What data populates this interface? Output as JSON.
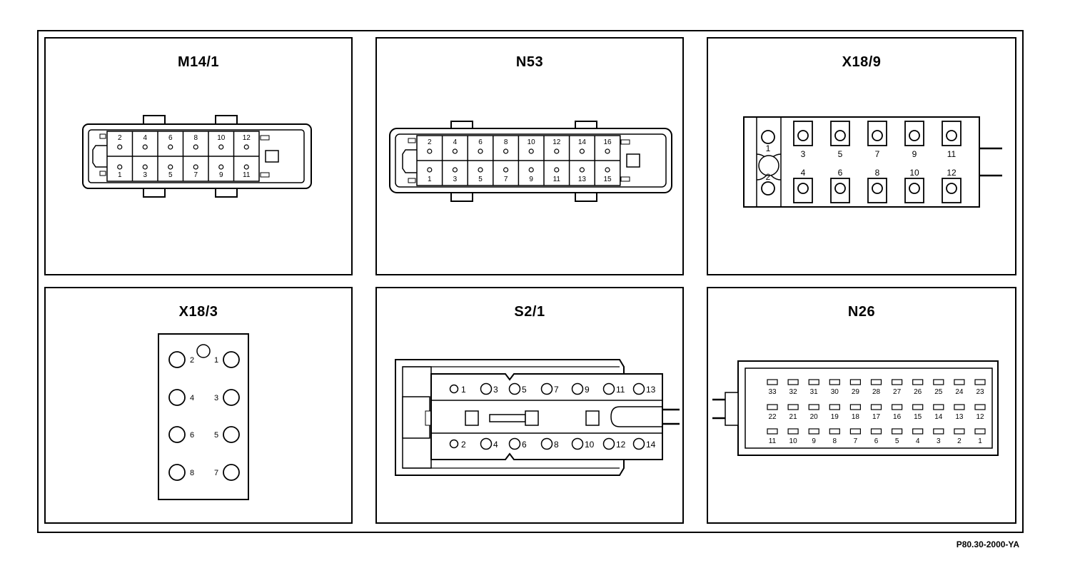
{
  "panels": [
    {
      "title": "M14/1",
      "pin_rows": {
        "top": [
          "2",
          "4",
          "6",
          "8",
          "10",
          "12"
        ],
        "bottom": [
          "1",
          "3",
          "5",
          "7",
          "9",
          "11"
        ]
      }
    },
    {
      "title": "N53",
      "pin_rows": {
        "top": [
          "2",
          "4",
          "6",
          "8",
          "10",
          "12",
          "14",
          "16"
        ],
        "bottom": [
          "1",
          "3",
          "5",
          "7",
          "9",
          "11",
          "13",
          "15"
        ]
      }
    },
    {
      "title": "X18/9",
      "left_pins": [
        "1",
        "2"
      ],
      "pin_rows": {
        "top": [
          "3",
          "5",
          "7",
          "9",
          "11"
        ],
        "bottom": [
          "4",
          "6",
          "8",
          "10",
          "12"
        ]
      }
    },
    {
      "title": "X18/3",
      "pin_pairs": [
        [
          "2",
          "1"
        ],
        [
          "4",
          "3"
        ],
        [
          "6",
          "5"
        ],
        [
          "8",
          "7"
        ]
      ]
    },
    {
      "title": "S2/1",
      "pin_rows": {
        "top": [
          "1",
          "3",
          "5",
          "7",
          "9",
          "11",
          "13"
        ],
        "bottom": [
          "2",
          "4",
          "6",
          "8",
          "10",
          "12",
          "14"
        ]
      }
    },
    {
      "title": "N26",
      "pin_rows": [
        [
          "33",
          "32",
          "31",
          "30",
          "29",
          "28",
          "27",
          "26",
          "25",
          "24",
          "23"
        ],
        [
          "22",
          "21",
          "20",
          "19",
          "18",
          "17",
          "16",
          "15",
          "14",
          "13",
          "12"
        ],
        [
          "11",
          "10",
          "9",
          "8",
          "7",
          "6",
          "5",
          "4",
          "3",
          "2",
          "1"
        ]
      ]
    }
  ],
  "footer": {
    "code": "P80.30-2000-YA"
  }
}
